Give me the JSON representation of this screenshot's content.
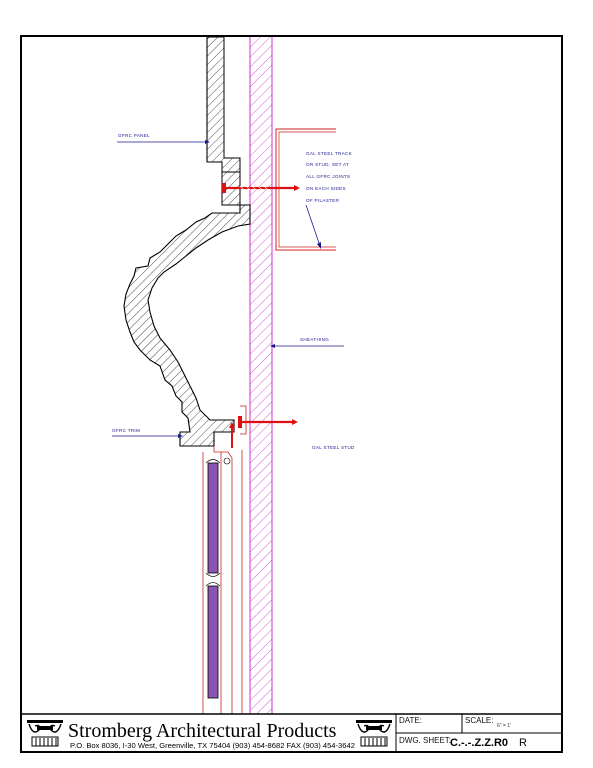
{
  "notes": {
    "gfrc_panel": "GFRC PANEL",
    "track_line1": "GAL STEEL TRACK",
    "track_line2": "OR STUD, SET AT",
    "track_line3": "ALL GFRC JOINTS",
    "track_line4": "ON EACH SIDES",
    "track_line5": "OF PILASTER",
    "sheathing": "SHEATHING",
    "gfrc_trim": "GFRC TRIM",
    "gal_steel_stud": "GAL STEEL STUD"
  },
  "title_block": {
    "company": "Stromberg Architectural Products",
    "address": "P.O. Box 8036, I-30 West, Greenville, TX 75404  (903) 454-8682  FAX (903) 454-3642",
    "date_label": "DATE:",
    "scale_label": "SCALE:",
    "scale_value": "6\" = 1'",
    "dwg_sheet_label": "DWG. SHEET:",
    "dwg_sheet_value": "C.-.-.Z.Z.R0",
    "revision": "R"
  },
  "colors": {
    "outline": "#000000",
    "sheathing": "#cc33cc",
    "fastener": "#dd1111",
    "track": "#cc2222",
    "leader": "#1a1a8c",
    "panel_fill": "#8a55b0"
  },
  "icons": [
    "ionic-capital-logo-left",
    "ionic-capital-logo-right"
  ]
}
